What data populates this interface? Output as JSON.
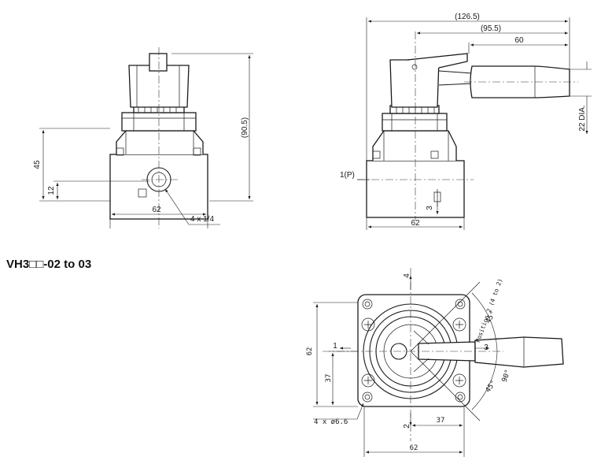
{
  "model_heading": "VH3□□-02 to 03",
  "front_view": {
    "dim_total_height": "(90.5)",
    "dim_base_height": "45",
    "dim_port_height": "12",
    "dim_width": "62",
    "port_callout": "4 x 1/4"
  },
  "side_view": {
    "dim_overall_length": "(126.5)",
    "dim_mid_length": "(95.5)",
    "dim_handle_length": "60",
    "dim_handle_dia": "22 DIA.",
    "port_p": "1(P)",
    "port_3": "3",
    "dim_width": "62"
  },
  "top_view": {
    "port_4": "4",
    "port_1": "1",
    "port_3": "3",
    "port_2": "2",
    "dim_width": "62",
    "dim_height": "62",
    "dim_half_h": "37",
    "dim_half_w": "37",
    "holes": "4 x ø6.6",
    "angle_upper": "45°",
    "angle_lower": "45°",
    "angle_total": "90°",
    "position_note": "Position 2 (4 to 2)"
  },
  "colors": {
    "line": "#1a1a1a",
    "background": "#ffffff"
  }
}
